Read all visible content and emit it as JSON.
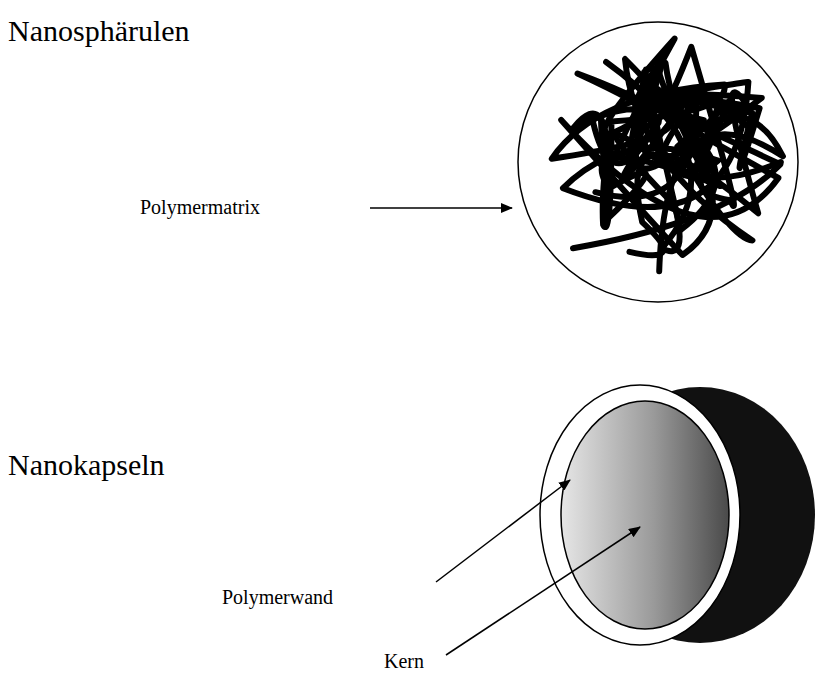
{
  "diagram": {
    "labels": [
      "Nanosphärulen",
      "Polymermatrix",
      "Nanokapseln",
      "Polymerwand",
      "Kern"
    ]
  }
}
